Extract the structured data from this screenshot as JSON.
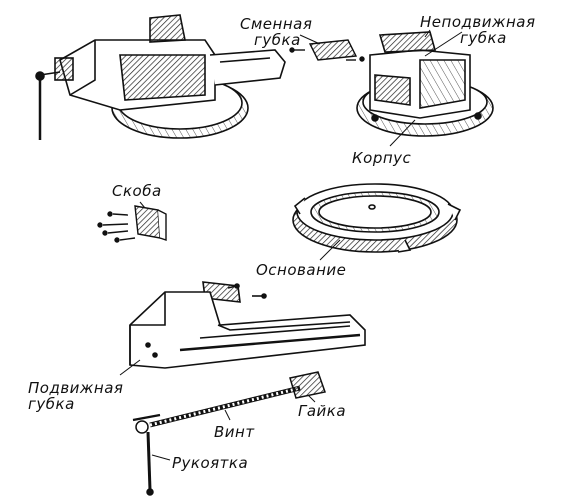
{
  "labels": {
    "replaceable_jaw": [
      "Сменная",
      "губка"
    ],
    "fixed_jaw": [
      "Неподвижная",
      "губка"
    ],
    "body": "Корпус",
    "bracket": "Скоба",
    "base": "Основание",
    "movable_jaw": [
      "Подвижная",
      "губка"
    ],
    "nut": "Гайка",
    "screw": "Винт",
    "handle": "Рукоятка"
  },
  "colors": {
    "ink": "#111111",
    "shade": "#555555",
    "paper": "#ffffff"
  }
}
